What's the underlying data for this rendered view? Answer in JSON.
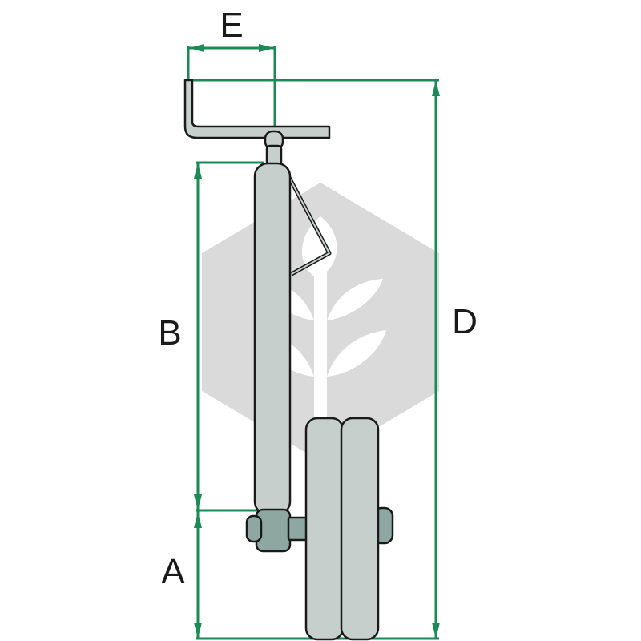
{
  "colors": {
    "dimension": "#1b8a57",
    "outline": "#1a1a1a",
    "part_fill": "#c7cfcd",
    "part_fill_dark": "#8fa7a1",
    "watermark": "#d9d9d9"
  },
  "watermark": {
    "icon": "wheat-hexagon-logo"
  },
  "dimensions": {
    "E": "E",
    "B": "B",
    "A": "A",
    "D": "D"
  }
}
